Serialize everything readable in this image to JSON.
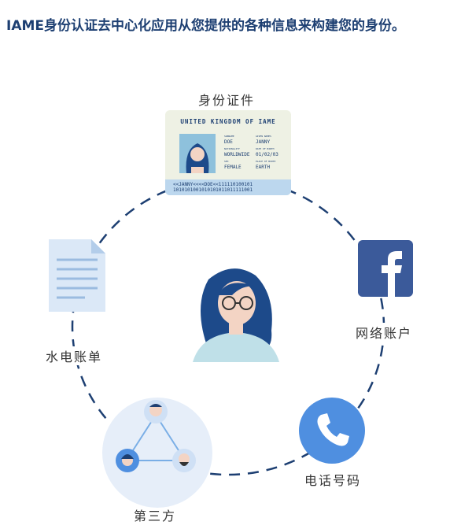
{
  "title": "IAME身份认证去中心化应用从您提供的各种信息来构建您的身份。",
  "nodes": {
    "id": "身份证件",
    "bills": "水电账单",
    "social": "网络账户",
    "phone": "电话号码",
    "third": "第三方"
  },
  "card": {
    "header": "UNITED KINGDOM OF IAME",
    "surname_label": "SURNAME",
    "surname": "DOE",
    "given_label": "GIVEN NAMES",
    "given": "JANNY",
    "nat_label": "NATIONALITY",
    "nat": "WORLDWIDE",
    "dob_label": "DATE OF BIRTH",
    "dob": "01/02/03",
    "sex_label": "SEX",
    "sex": "FEMALE",
    "pob_label": "PLACE OF BIRTH",
    "pob": "EARTH",
    "mrz1": "<<JANNY<<<<DOE<<111110100101",
    "mrz2": "1010101001010101011011111001"
  },
  "colors": {
    "navy": "#1d3f72",
    "facebook": "#3b5a9a",
    "phone": "#4f8fe0"
  }
}
